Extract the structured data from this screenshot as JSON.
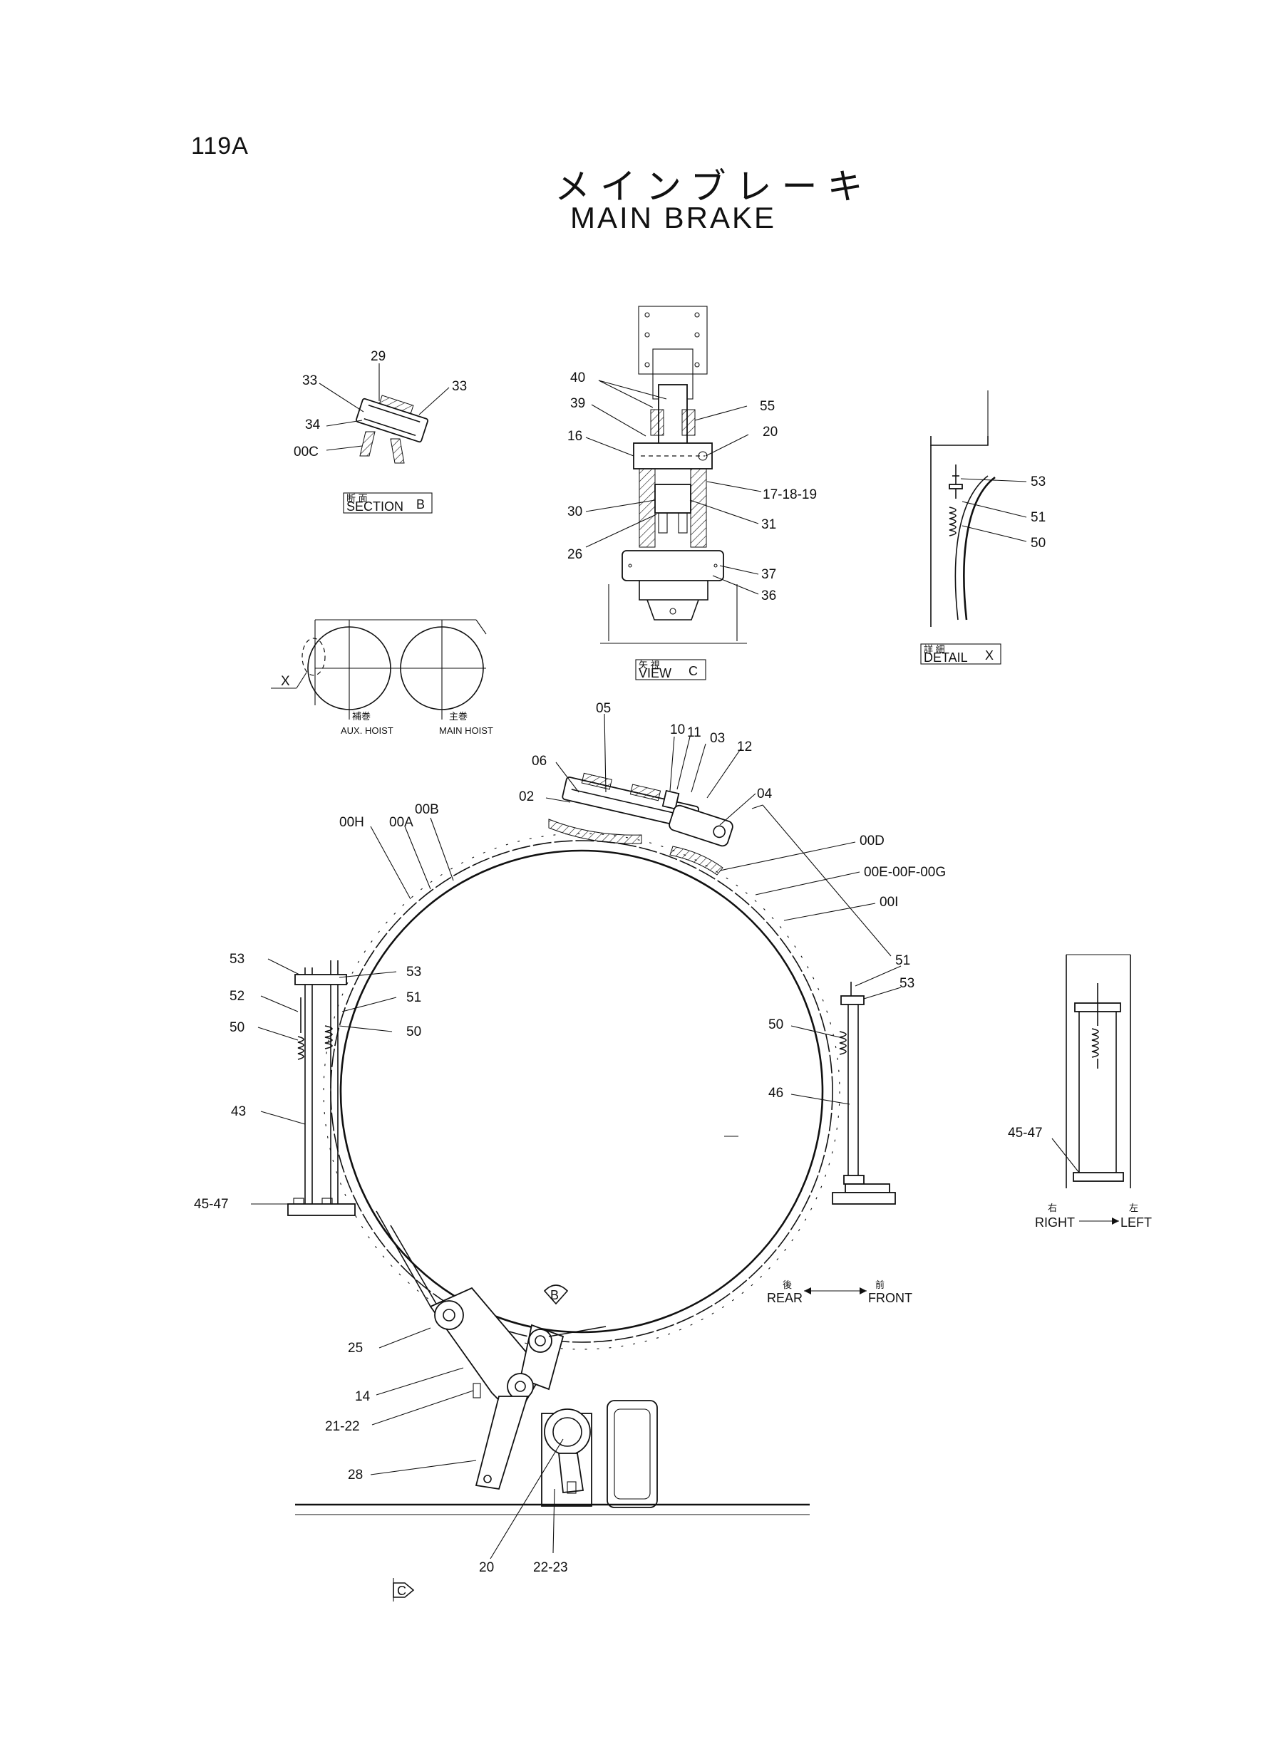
{
  "page": {
    "number": "119A"
  },
  "title": {
    "japanese": "メインブレーキ",
    "english": "MAIN BRAKE"
  },
  "views": {
    "section_b": {
      "jp": "断 面",
      "en": "SECTION",
      "letter": "B"
    },
    "view_c": {
      "jp": "矢 視",
      "en": "VIEW",
      "letter": "C"
    },
    "detail_x": {
      "jp": "詳 細",
      "en": "DETAIL",
      "letter": "X"
    }
  },
  "hoists": {
    "x_marker": "X",
    "aux": {
      "jp": "補巻",
      "en": "AUX. HOIST"
    },
    "main": {
      "jp": "主巻",
      "en": "MAIN HOIST"
    }
  },
  "directions": {
    "rear": {
      "jp": "後",
      "en": "REAR"
    },
    "front": {
      "jp": "前",
      "en": "FRONT"
    },
    "right": {
      "jp": "右",
      "en": "RIGHT"
    },
    "left": {
      "jp": "左",
      "en": "LEFT"
    }
  },
  "markers": {
    "b": "B",
    "c": "C"
  },
  "labels": {
    "sb_29": "29",
    "sb_33a": "33",
    "sb_33b": "33",
    "sb_34": "34",
    "sb_00c": "00C",
    "vc_40": "40",
    "vc_39": "39",
    "vc_16": "16",
    "vc_30": "30",
    "vc_26": "26",
    "vc_55": "55",
    "vc_20": "20",
    "vc_17": "17-18-19",
    "vc_31": "31",
    "vc_37": "37",
    "vc_36": "36",
    "dx_53": "53",
    "dx_51": "51",
    "dx_50": "50",
    "m_05": "05",
    "m_10": "10",
    "m_11": "11",
    "m_03": "03",
    "m_12": "12",
    "m_06": "06",
    "m_02": "02",
    "m_04": "04",
    "m_00h": "00H",
    "m_00a": "00A",
    "m_00b": "00B",
    "m_00d": "00D",
    "m_00e": "00E-00F-00G",
    "m_00i": "00I",
    "l_53a": "53",
    "l_53b": "53",
    "l_52": "52",
    "l_51": "51",
    "l_50a": "50",
    "l_50b": "50",
    "l_43": "43",
    "l_45": "45-47",
    "r_51": "51",
    "r_53": "53",
    "r_50": "50",
    "r_46": "46",
    "b_25": "25",
    "b_14": "14",
    "b_21": "21-22",
    "b_28": "28",
    "b_20": "20",
    "b_22": "22-23",
    "fr_45": "45-47"
  }
}
